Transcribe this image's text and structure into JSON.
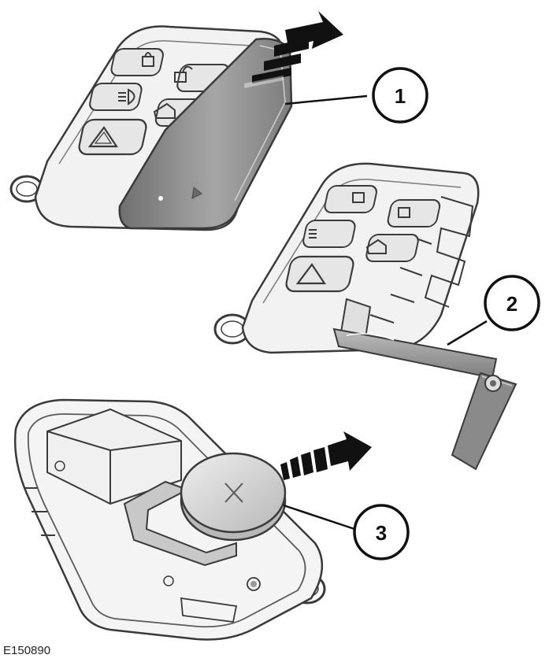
{
  "callouts": [
    {
      "label": "1"
    },
    {
      "label": "2"
    },
    {
      "label": "3"
    }
  ],
  "reference_code": "E150890",
  "colors": {
    "outline": "#3a3a3a",
    "fob_fill": "#f2f2f2",
    "cover_fill": "#8e8e8e",
    "key_blade": "#9a9a9a",
    "battery": "#d4d4d4",
    "arrow": "#111111"
  }
}
